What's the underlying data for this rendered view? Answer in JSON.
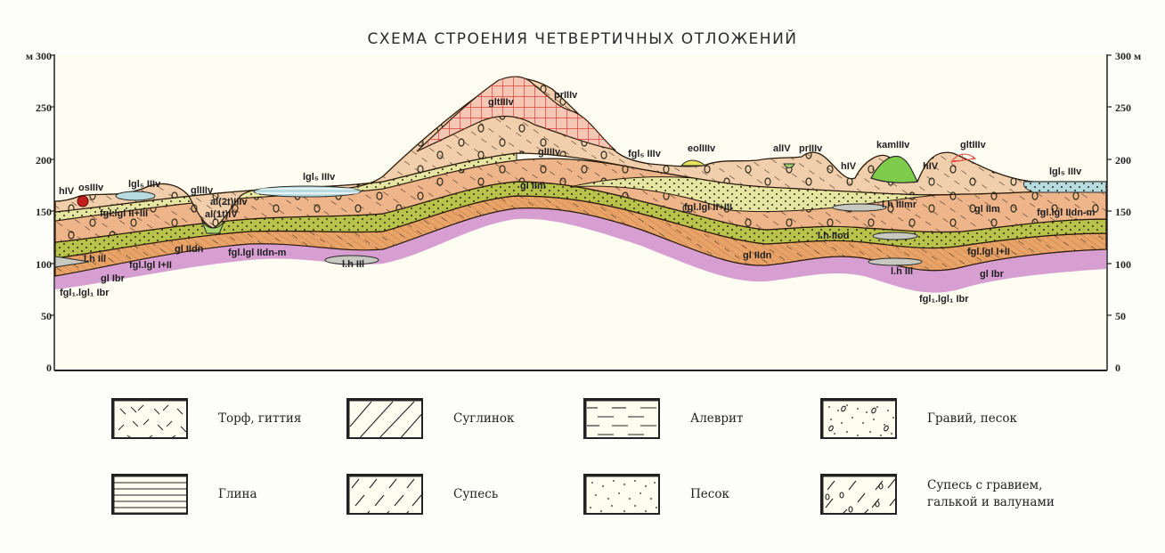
{
  "title": "СХЕМА СТРОЕНИЯ ЧЕТВЕРТИЧНЫХ ОТЛОЖЕНИЙ",
  "y_axis": {
    "unit": "м",
    "left_ticks": [
      "м 300",
      "250",
      "200",
      "150",
      "100",
      "50",
      "0"
    ],
    "right_ticks": [
      "300 м",
      "250",
      "200",
      "150",
      "100",
      "50",
      "0"
    ],
    "range": [
      0,
      300
    ]
  },
  "colors": {
    "background": "#fdfdf2",
    "bedrock": "#d79ed2",
    "loam_orange": "#e8a468",
    "sandy_loam_tan": "#f2cfac",
    "sand_olive": "#b9c24b",
    "sand_pale": "#e6e6a2",
    "peat_grey": "#c8cac2",
    "clay_blue": "#b7dcdf",
    "red_grid": "#e0403a",
    "kame_green": "#7fcc4c",
    "eolian_yellow": "#e8e15a"
  },
  "section_labels": [
    {
      "id": "hIV-1",
      "text": "hIV"
    },
    {
      "id": "osIIIv",
      "text": "osIIIv"
    },
    {
      "id": "lgls-1",
      "text": "lgl₅ IIIv"
    },
    {
      "id": "glIIIv-1",
      "text": "glIIIv"
    },
    {
      "id": "al2t",
      "text": "al(2t)IIIv"
    },
    {
      "id": "al1t",
      "text": "al(1t)IV"
    },
    {
      "id": "fgl-II-III-1",
      "text": "fgl.lgl II+III"
    },
    {
      "id": "lgls-2",
      "text": "lgl₅ IIIv"
    },
    {
      "id": "glIIdn-1",
      "text": "gl IIdn"
    },
    {
      "id": "fgl-dnm-1",
      "text": "fgl.lgl IIdn-m"
    },
    {
      "id": "lhIIl-1",
      "text": "l.h IIl"
    },
    {
      "id": "fgl-I-II-1",
      "text": "fgl.lgl I+II"
    },
    {
      "id": "glIbr-1",
      "text": "gl Ibr"
    },
    {
      "id": "fgl1-1",
      "text": "fgl₁.lgl₁ Ibr"
    },
    {
      "id": "lhIIl-2",
      "text": "l.h IIl"
    },
    {
      "id": "gltIIIv-1",
      "text": "gltIIIv"
    },
    {
      "id": "prIIIv-1",
      "text": "prIIIv"
    },
    {
      "id": "glIIIv-2",
      "text": "glIIIv"
    },
    {
      "id": "glIIm-1",
      "text": "gl IIm"
    },
    {
      "id": "fgls-1",
      "text": "fgl₅ IIIv"
    },
    {
      "id": "eolIIIv",
      "text": "eolIIIv"
    },
    {
      "id": "alIV",
      "text": "alIV"
    },
    {
      "id": "prIIIv-2",
      "text": "prIIIv"
    },
    {
      "id": "hIV-2",
      "text": "hIV"
    },
    {
      "id": "kamIIIv",
      "text": "kamIIIv"
    },
    {
      "id": "hIV-3",
      "text": "hIV"
    },
    {
      "id": "gltIIIv-2",
      "text": "gltIIIv"
    },
    {
      "id": "lgls-3",
      "text": "lgl₅ IIIv"
    },
    {
      "id": "fgl-II-III-2",
      "text": "fgl.lgl II+III"
    },
    {
      "id": "lhIIImr",
      "text": "l.h IIImr"
    },
    {
      "id": "glIIm-2",
      "text": "gl IIm"
    },
    {
      "id": "fgl-dnm-2",
      "text": "fgl.lgl IIdn-m"
    },
    {
      "id": "lhIIod",
      "text": "l.h IIod"
    },
    {
      "id": "glIIdn-2",
      "text": "gl IIdn"
    },
    {
      "id": "fgl-I-II-2",
      "text": "fgl.lgl I+II"
    },
    {
      "id": "lhIIl-3",
      "text": "l.h IIl"
    },
    {
      "id": "glIbr-2",
      "text": "gl Ibr"
    },
    {
      "id": "fgl1-2",
      "text": "fgl₁.lgl₁ Ibr"
    }
  ],
  "legend": [
    {
      "pattern": "peat",
      "label": "Торф, гиттия"
    },
    {
      "pattern": "loam",
      "label": "Суглинок"
    },
    {
      "pattern": "silt",
      "label": "Алеврит"
    },
    {
      "pattern": "gravel-sand",
      "label": "Гравий, песок"
    },
    {
      "pattern": "clay",
      "label": "Глина"
    },
    {
      "pattern": "sandy-loam",
      "label": "Супесь"
    },
    {
      "pattern": "sand",
      "label": "Песок"
    },
    {
      "pattern": "sandy-loam-gravel",
      "label": "Супесь с гравием,\nгалькой и валунами"
    }
  ],
  "legend_lines": {
    "l7a": "Супесь с гравием,",
    "l7b": "галькой и валунами"
  }
}
